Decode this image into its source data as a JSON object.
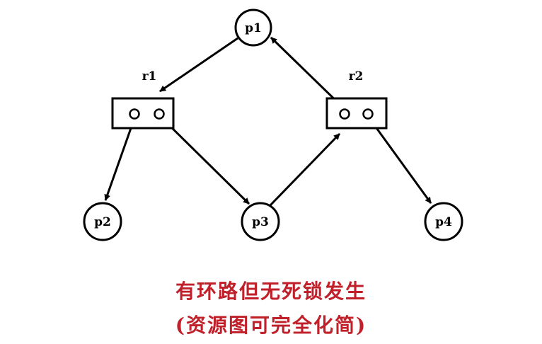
{
  "diagram": {
    "processes": [
      {
        "id": "p1",
        "label": "p1"
      },
      {
        "id": "p2",
        "label": "p2"
      },
      {
        "id": "p3",
        "label": "p3"
      },
      {
        "id": "p4",
        "label": "p4"
      }
    ],
    "resources": [
      {
        "id": "r1",
        "label": "r1",
        "instances": 2
      },
      {
        "id": "r2",
        "label": "r2",
        "instances": 2
      }
    ],
    "edges": [
      {
        "from": "p1",
        "to": "r1",
        "kind": "request"
      },
      {
        "from": "r1",
        "to": "p2",
        "kind": "assignment"
      },
      {
        "from": "r1",
        "to": "p3",
        "kind": "assignment"
      },
      {
        "from": "p3",
        "to": "r2",
        "kind": "request"
      },
      {
        "from": "r2",
        "to": "p1",
        "kind": "assignment"
      },
      {
        "from": "r2",
        "to": "p4",
        "kind": "assignment"
      }
    ]
  },
  "caption": {
    "line1": "有环路但无死锁发生",
    "line2": "(资源图可完全化简)",
    "color": "#C0202A"
  }
}
